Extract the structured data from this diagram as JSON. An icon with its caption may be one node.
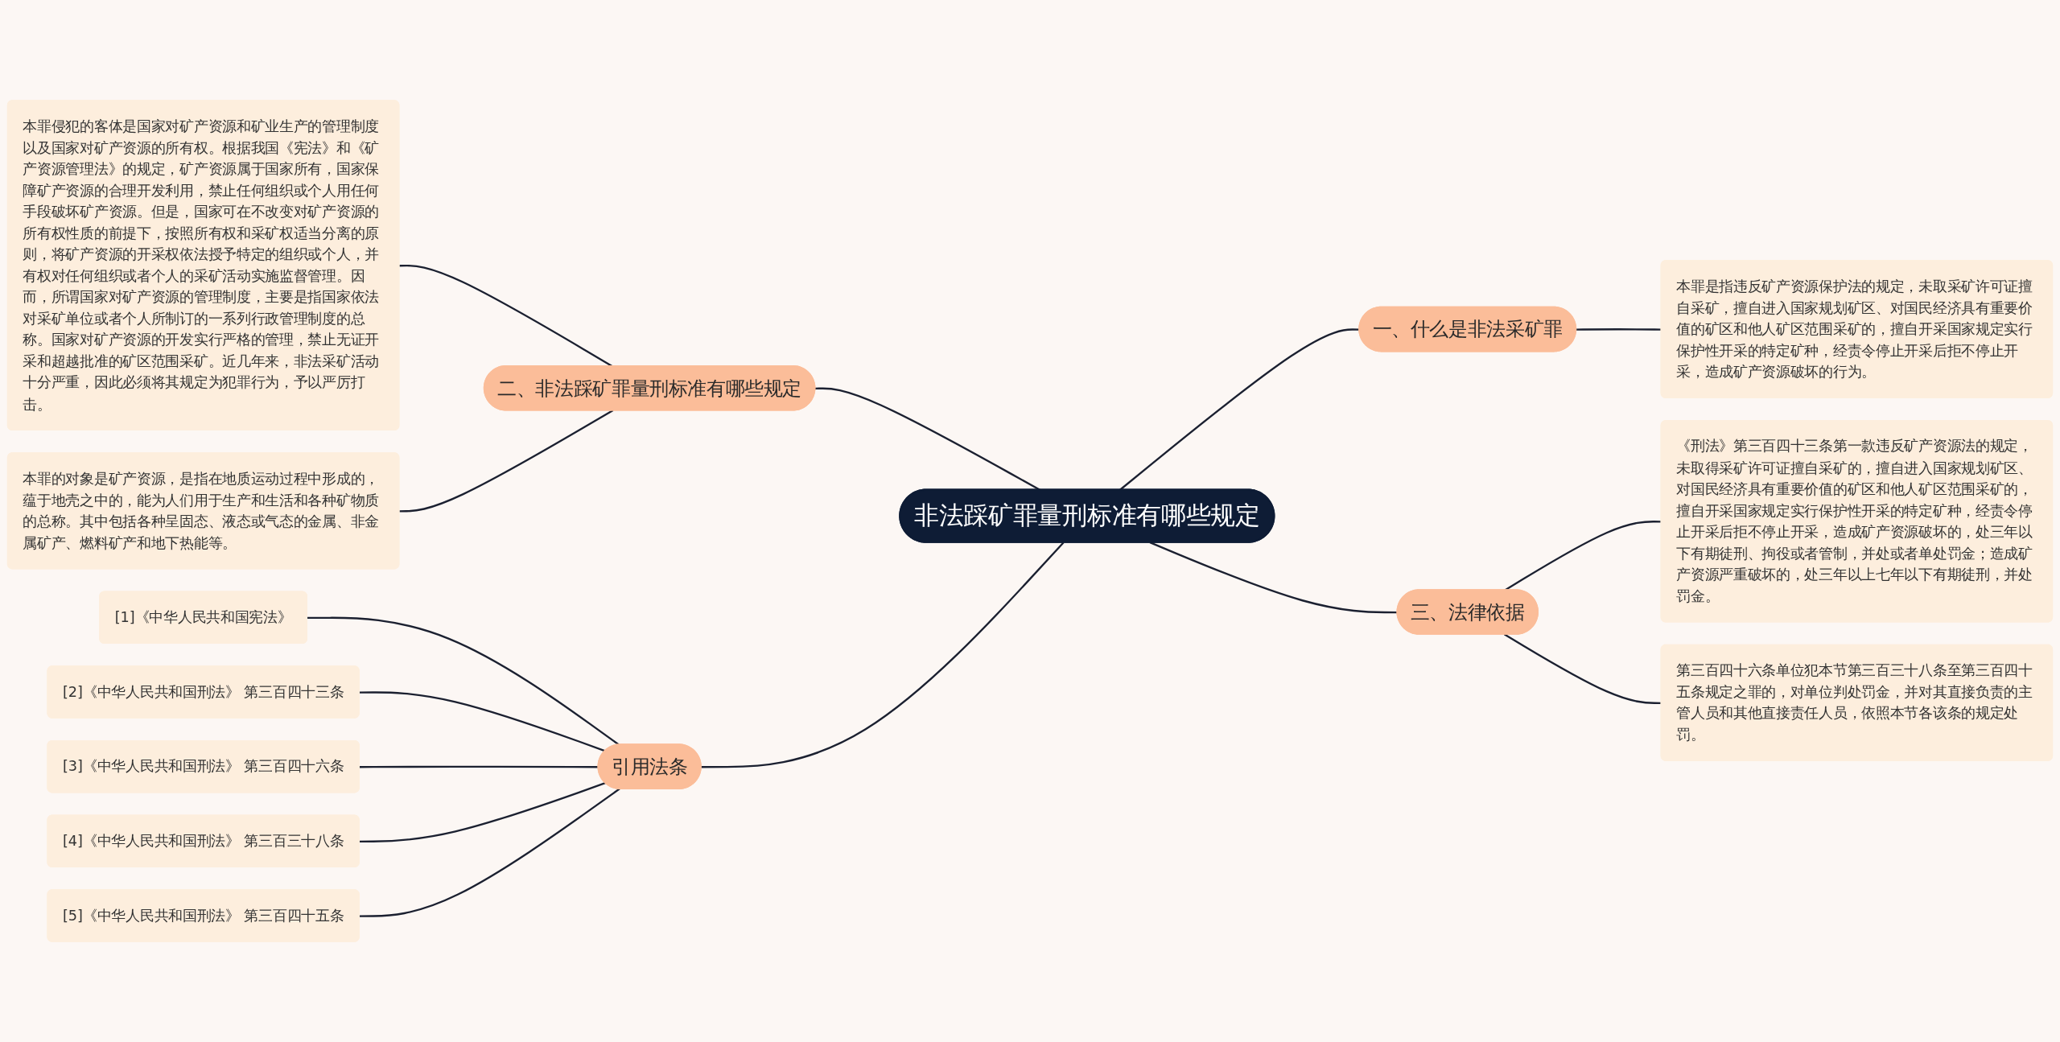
{
  "diagram": {
    "nodes": [
      {
        "text": [
          "非法踩矿罪量刑标准有哪些规定"
        ]
      },
      {
        "text": [
          "一、什么是非法采矿罪"
        ]
      },
      {
        "text": [
          "本罪是指违反矿产资源保护法的规定，未取采矿许可证擅自采矿，擅自进入国家规划矿区、对国民经济具有重要价值的矿区和他人矿区范围采矿的，擅自开采国家规定实行保护性开采的特定矿种，经责令停止开采后拒不停止开采，造成矿产资源破坏的行为。"
        ]
      },
      {
        "text": [
          "二、非法踩矿罪量刑标准有哪些规定"
        ]
      },
      {
        "text": [
          "本罪侵犯的客体是国家对矿产资源和矿业生产的管理制度以及国家对矿产资源的所有权。根据我国《宪法》和《矿产资源管理法》的规定，矿产资源属于国家所有，国家保障矿产资源的合理开发利用，禁止任何组织或个人用任何手段破坏矿产资源。但是，国家可在不改变对矿产资源的所有权性质的前提下，按照所有权和采矿权适当分离的原则，将矿产资源的开采权依法授予特定的组织或个人，并有权对任何组织或者个人的采矿活动实施监督管理。因而，所谓国家对矿产资源的管理制度，主要是指国家依法对采矿单位或者个人所制订的一系列行政管理制度的总称。国家对矿产资源的开发实行严格的管理，禁止无证开采和超越批准的矿区范围采矿。近几年来，非法采矿活动十分严重，因此必须将其规定为犯罪行为，予以严厉打击。"
        ]
      },
      {
        "text": [
          "本罪的对象是矿产资源，是指在地质运动过程中形成的，蕴于地壳之中的，能为人们用于生产和生活和各种矿物质的总称。其中包括各种呈固态、液态或气态的金属、非金属矿产、燃料矿产和地下热能等。"
        ]
      },
      {
        "text": [
          "三、法律依据"
        ]
      },
      {
        "text": [
          "《刑法》第三百四十三条第一款违反矿产资源法的规定，未取得采矿许可证擅自采矿的，擅自进入国家规划矿区、对国民经济具有重要价值的矿区和他人矿区范围采矿的，擅自开采国家规定实行保护性开采的特定矿种，经责令停止开采后拒不停止开采，造成矿产资源破坏的，处三年以下有期徒刑、拘役或者管制，并处或者单处罚金；造成矿产资源严重破坏的，处三年以上七年以下有期徒刑，并处罚金。"
        ]
      },
      {
        "text": [
          "第三百四十六条单位犯本节第三百三十八条至第三百四十五条规定之罪的，对单位判处罚金，并对其直接负责的主管人员和其他直接责任人员，依照本节各该条的规定处罚。"
        ]
      },
      {
        "text": [
          "引用法条"
        ]
      },
      {
        "text": [
          "[1]《中华人民共和国宪法》"
        ]
      },
      {
        "text": [
          "[2]《中华人民共和国刑法》 第三百四十三条"
        ]
      },
      {
        "text": [
          "[3]《中华人民共和国刑法》 第三百四十六条"
        ]
      },
      {
        "text": [
          "[4]《中华人民共和国刑法》 第三百三十八条"
        ]
      },
      {
        "text": [
          "[5]《中华人民共和国刑法》 第三百四十五条"
        ]
      }
    ],
    "edges": [
      {
        "from": 0,
        "to": 1,
        "arrow": "none"
      },
      {
        "from": 1,
        "to": 2,
        "arrow": "none"
      },
      {
        "from": 3,
        "to": 0,
        "arrow": "none"
      },
      {
        "from": 4,
        "to": 3,
        "arrow": "none"
      },
      {
        "from": 5,
        "to": 3,
        "arrow": "none"
      },
      {
        "from": 0,
        "to": 6,
        "arrow": "none"
      },
      {
        "from": 6,
        "to": 7,
        "arrow": "none"
      },
      {
        "from": 6,
        "to": 8,
        "arrow": "none"
      },
      {
        "from": 9,
        "to": 0,
        "arrow": "none"
      },
      {
        "from": 10,
        "to": 9,
        "arrow": "none"
      },
      {
        "from": 11,
        "to": 9,
        "arrow": "none"
      },
      {
        "from": 12,
        "to": 9,
        "arrow": "none"
      },
      {
        "from": 13,
        "to": 9,
        "arrow": "none"
      },
      {
        "from": 14,
        "to": 9,
        "arrow": "none"
      }
    ]
  }
}
